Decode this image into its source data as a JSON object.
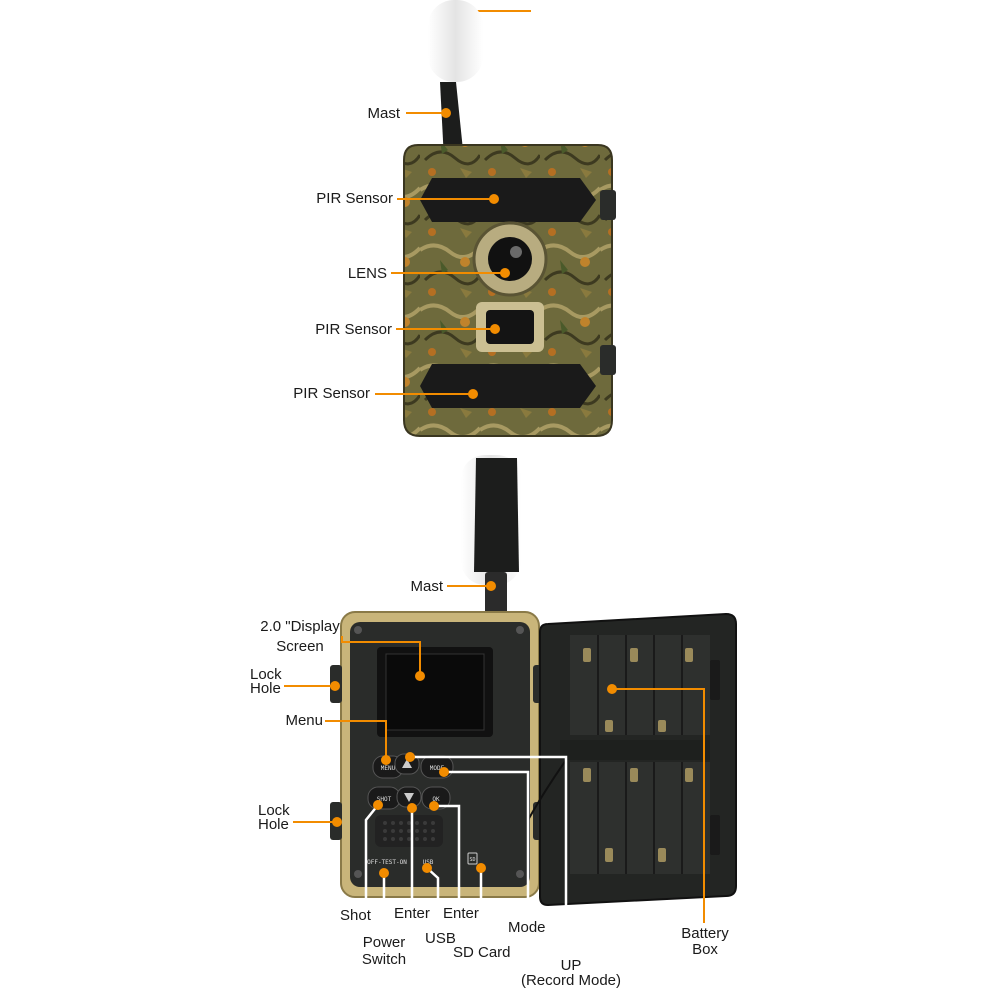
{
  "colors": {
    "accent": "#f28c00",
    "camo_base": "#6e6a3c",
    "body_dark": "#2a2c2a",
    "bezel_tan": "#c9b57a"
  },
  "top_labels": {
    "mast": "Mast",
    "pir_top": "PIR Sensor",
    "lens": "LENS",
    "pir_middle": "PIR Sensor",
    "pir_bottom": "PIR Sensor"
  },
  "bottom_labels": {
    "mast": "Mast",
    "display_line1": "2.0 \"Display",
    "display_line2": "Screen",
    "lock_hole_top_line1": "Lock",
    "lock_hole_top_line2": "Hole",
    "menu": "Menu",
    "lock_hole_bottom_line1": "Lock",
    "lock_hole_bottom_line2": "Hole",
    "shot": "Shot",
    "enter_1": "Enter",
    "enter_2": "Enter",
    "mode": "Mode",
    "power_line1": "Power",
    "power_line2": "Switch",
    "usb": "USB",
    "sd_card": "SD Card",
    "up_line1": "UP",
    "up_line2": "(Record Mode)",
    "battery_line1": "Battery",
    "battery_line2": "Box"
  },
  "device_print": {
    "btn_menu": "MENU",
    "btn_mode": "MODE",
    "btn_shot": "SHOT",
    "btn_ok": "OK",
    "switch": "OFF-TEST-ON",
    "usb": "USB",
    "sd": "SD"
  }
}
